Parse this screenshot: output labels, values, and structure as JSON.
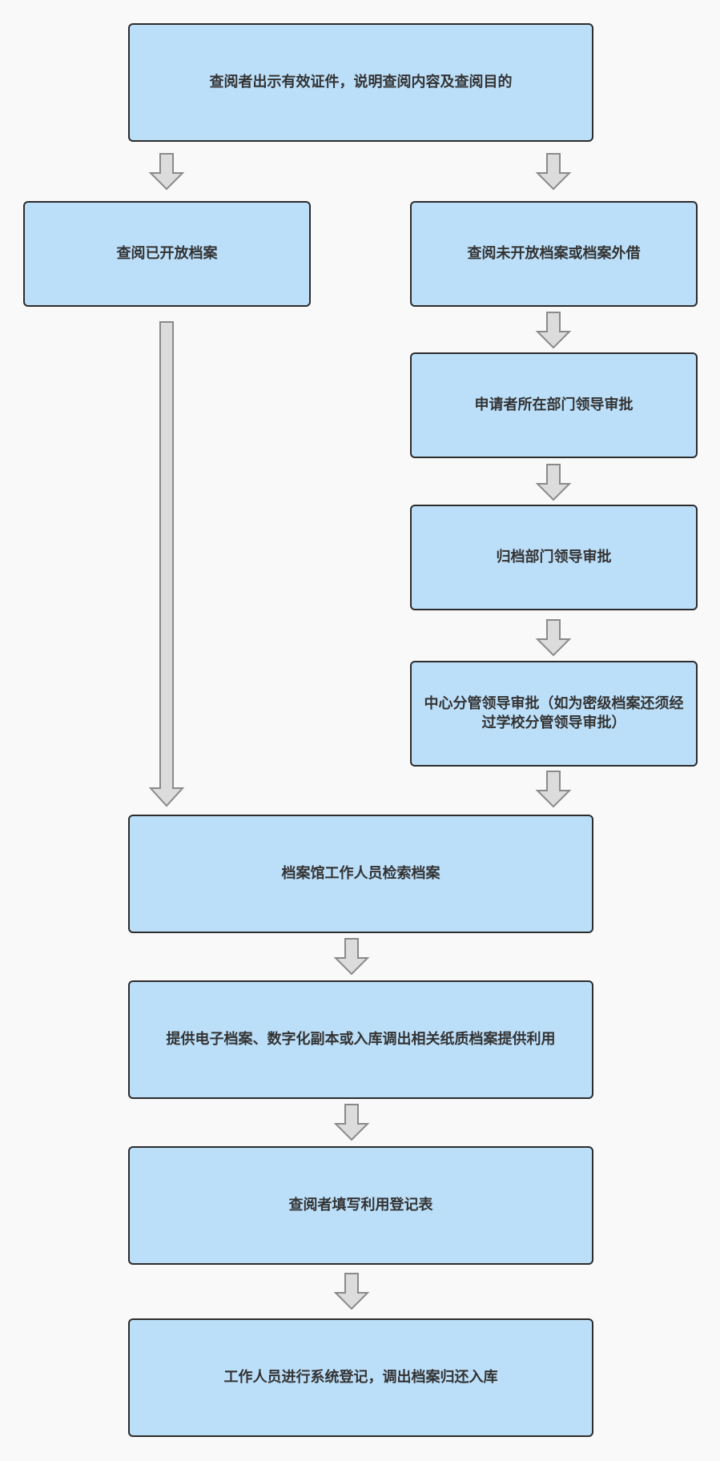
{
  "flowchart": {
    "step_present_id": "查阅者出示有效证件，说明查阅内容及查阅目的",
    "step_open_archives": "查阅已开放档案",
    "step_closed_or_lending": "查阅未开放档案或档案外借",
    "step_applicant_dept_approval": "申请者所在部门领导审批",
    "step_filing_dept_approval": "归档部门领导审批",
    "step_center_approval": "中心分管领导审批（如为密级档案还须经过学校分管领导审批）",
    "step_staff_retrieve": "档案馆工作人员检索档案",
    "step_provide": "提供电子档案、数字化副本或入库调出相关纸质档案提供利用",
    "step_register_form": "查阅者填写利用登记表",
    "step_system_register": "工作人员进行系统登记，调出档案归还入库"
  }
}
